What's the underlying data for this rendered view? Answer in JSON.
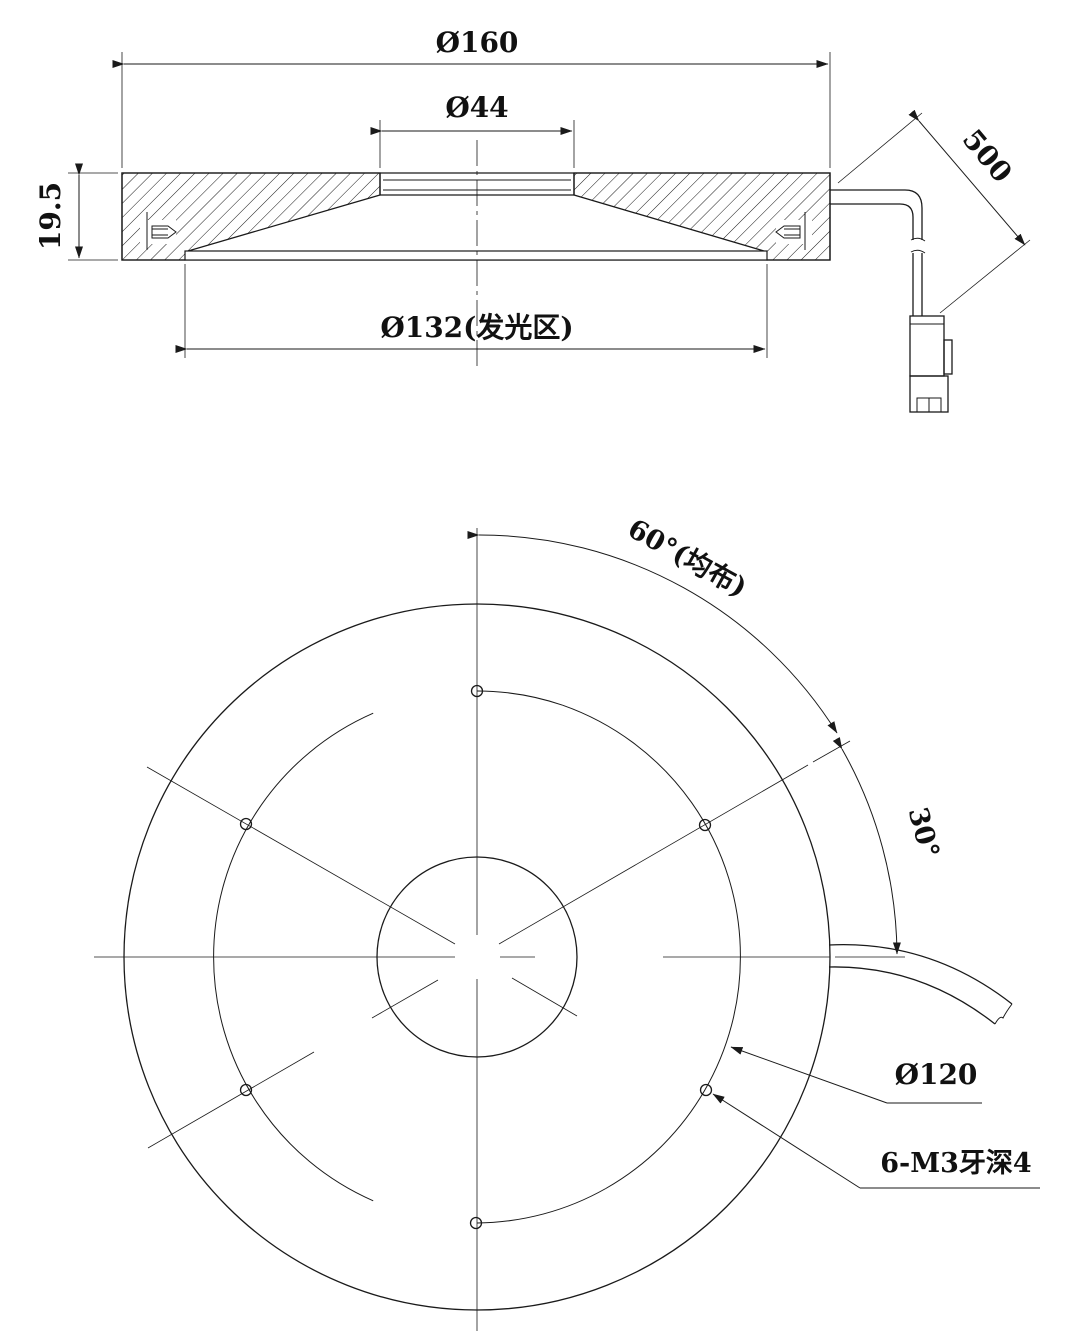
{
  "side_view": {
    "outer_diameter": "Ø160",
    "inner_diameter": "Ø44",
    "height": "19.5",
    "cable_length": "500",
    "emitting_diameter": "Ø132(发光区)"
  },
  "top_view": {
    "hole_spacing_angle": "60°(均布)",
    "cable_angle": "30°",
    "hole_circle_diameter": "Ø120",
    "thread_note": "6-M3牙深4"
  },
  "colors": {
    "line": "#1a1a1a",
    "text": "#111111",
    "background": "#ffffff"
  }
}
